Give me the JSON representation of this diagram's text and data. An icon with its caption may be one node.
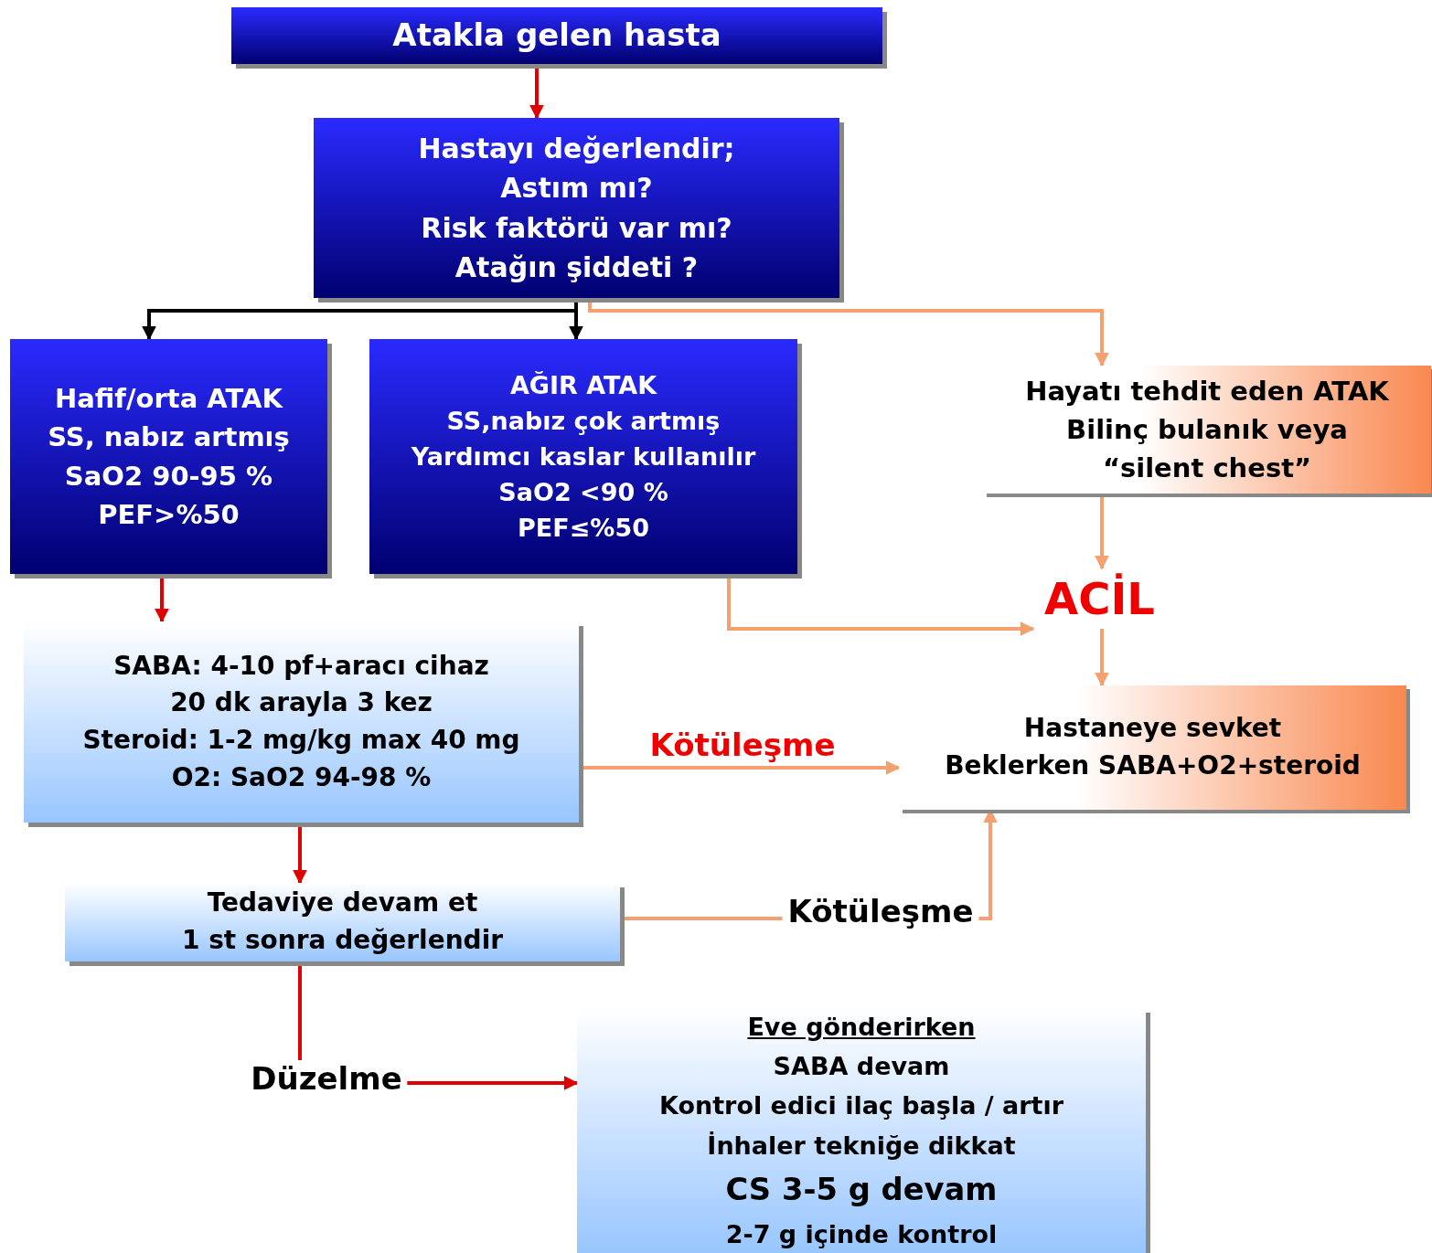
{
  "diagram": {
    "nodes": [
      {
        "text": [
          "Atakla gelen hasta"
        ]
      },
      {
        "text": [
          "Hastayı değerlendir;",
          "Astım mı?",
          "Risk faktörü var mı?",
          "Atağın şiddeti ?"
        ]
      },
      {
        "text": [
          "Hafif/orta ATAK",
          "SS, nabız artmış",
          "SaO2 90-95 %",
          "PEF>%50"
        ]
      },
      {
        "text": [
          "AĞIR ATAK",
          "SS,nabız çok artmış",
          "Yardımcı kaslar kullanılır",
          "SaO2 <90 %",
          "PEF≤%50"
        ]
      },
      {
        "text": [
          "Hayatı tehdit eden ATAK",
          "Bilinç bulanık veya",
          "“silent chest”"
        ]
      },
      {
        "text": [
          "ACİL"
        ]
      },
      {
        "text": [
          "SABA: 4-10 pf+aracı cihaz",
          "20 dk arayla 3 kez",
          "Steroid: 1-2 mg/kg max 40 mg",
          "O2: SaO2 94-98 %"
        ]
      },
      {
        "text": [
          "Hastaneye sevket",
          "Beklerken SABA+O2+steroid"
        ]
      },
      {
        "text": [
          "Tedaviye devam et",
          "1 st sonra değerlendir"
        ]
      },
      {
        "text": [
          "Eve gönderirken",
          "SABA devam",
          "Kontrol edici ilaç başla / artır",
          "İnhaler tekniğe dikkat",
          "CS 3-5 g devam",
          "2-7 g içinde kontrol"
        ]
      }
    ],
    "edges": [
      {
        "from": 0,
        "to": 1,
        "arrow": "to",
        "color": "#e00000"
      },
      {
        "from": 1,
        "to": 2,
        "arrow": "to",
        "color": "#000000"
      },
      {
        "from": 1,
        "to": 3,
        "arrow": "to",
        "color": "#000000"
      },
      {
        "from": 1,
        "to": 4,
        "arrow": "to"
      },
      {
        "from": 4,
        "to": 5,
        "arrow": "to"
      },
      {
        "from": 3,
        "to": 5,
        "arrow": "to"
      },
      {
        "from": 5,
        "to": 7,
        "arrow": "to"
      },
      {
        "from": 2,
        "to": 6,
        "arrow": "to",
        "color": "#e00000"
      },
      {
        "from": 6,
        "to": 7,
        "arrow": "to",
        "label": "Kötüleşme"
      },
      {
        "from": 6,
        "to": 8,
        "arrow": "to",
        "color": "#e00000"
      },
      {
        "from": 8,
        "to": 7,
        "arrow": "to",
        "label": "Kötüleşme"
      },
      {
        "from": 8,
        "to": 9,
        "arrow": "to",
        "label": "Düzelme",
        "color": "#e00000"
      }
    ]
  }
}
